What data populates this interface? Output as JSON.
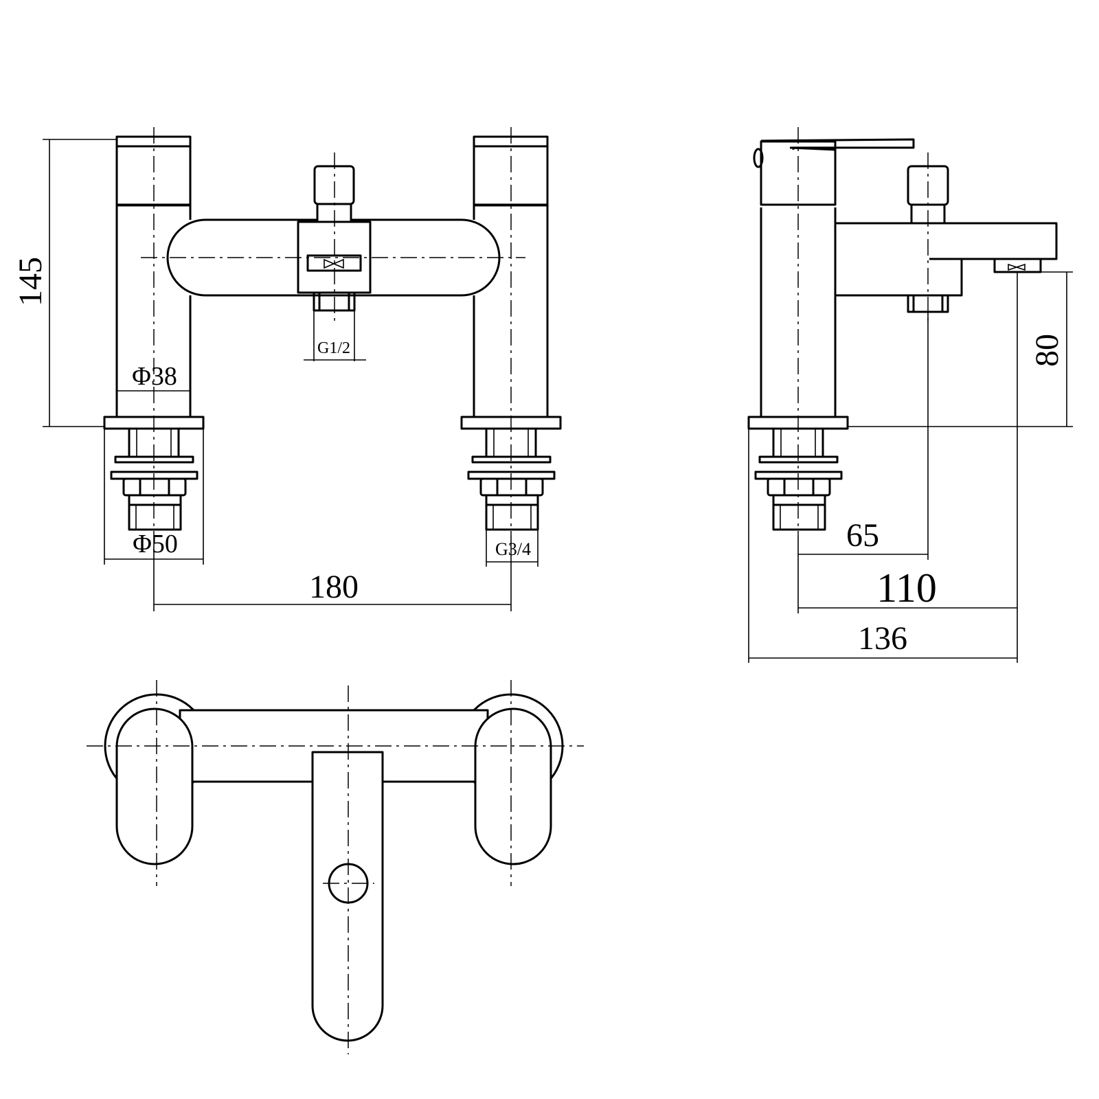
{
  "drawing": {
    "dimensions": {
      "height_total": "145",
      "body_diameter": "Φ38",
      "base_diameter": "Φ50",
      "shower_outlet_thread": "G1/2",
      "inlet_thread": "G3/4",
      "centres": "180",
      "spout_height": "80",
      "handle_projection": "65",
      "spout_projection": "110",
      "overall_depth": "136"
    }
  }
}
